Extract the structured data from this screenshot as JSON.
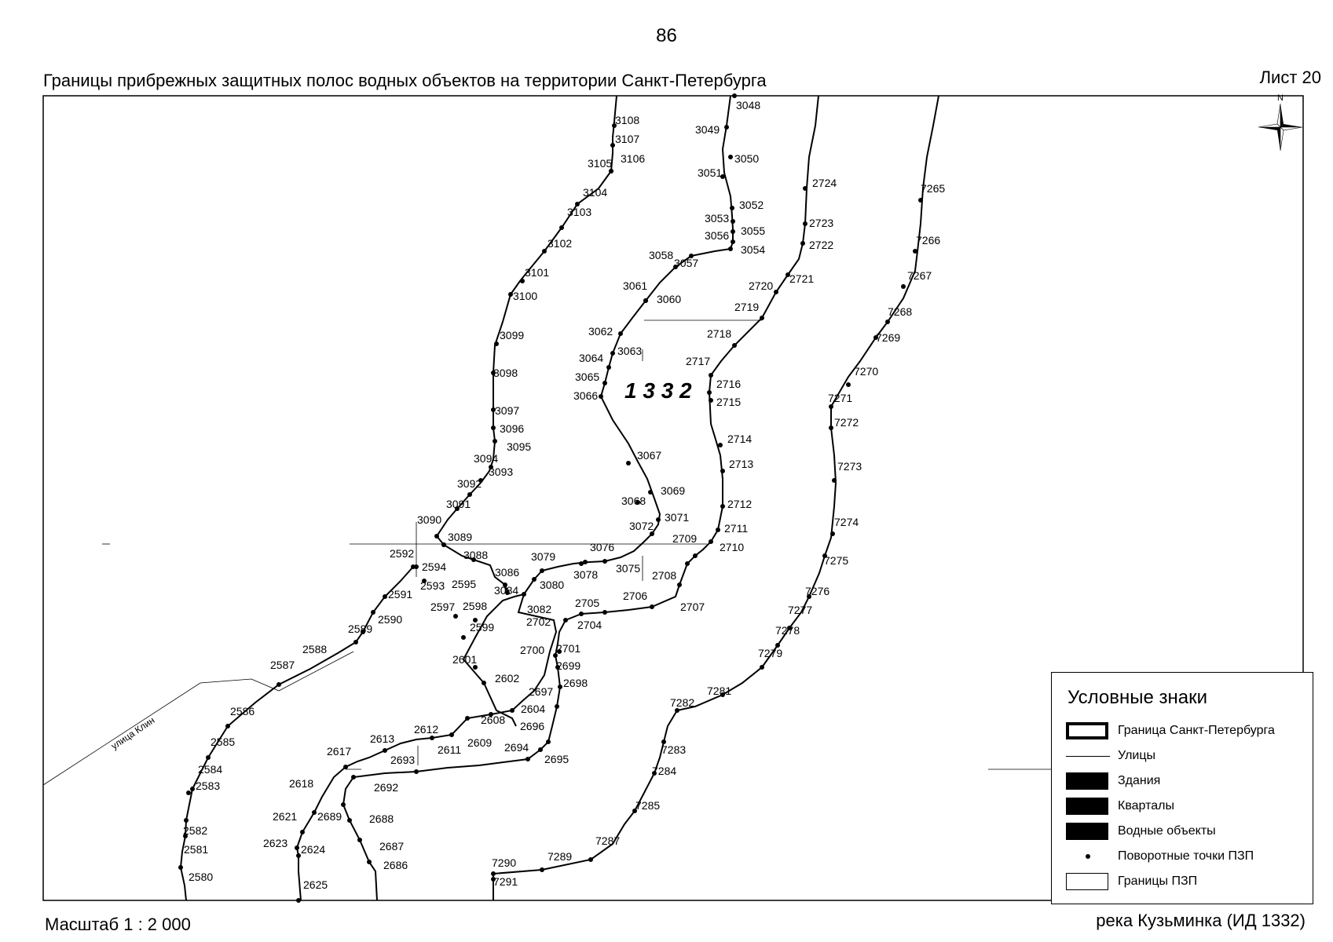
{
  "header": {
    "page_number": "86",
    "title": "Границы прибрежных защитных полос водных объектов на территории Санкт-Петербурга",
    "sheet": "Лист 20"
  },
  "footer": {
    "scale": "Масштаб 1 : 2 000",
    "river": "река Кузьминка (ИД 1332)"
  },
  "map": {
    "object_id_label": "1 3 3 2",
    "street_label": "улица Клин",
    "compass_label": "N",
    "point_labels": [
      "3108",
      "3107",
      "3106",
      "3105",
      "3104",
      "3103",
      "3102",
      "3101",
      "3100",
      "3099",
      "3098",
      "3097",
      "3096",
      "3095",
      "3094",
      "3093",
      "3092",
      "3091",
      "3090",
      "3089",
      "3088",
      "3086",
      "3084",
      "3048",
      "3049",
      "3050",
      "3051",
      "3052",
      "3053",
      "3055",
      "3056",
      "3054",
      "3058",
      "3057",
      "3061",
      "3060",
      "3062",
      "3063",
      "3064",
      "3065",
      "3066",
      "3067",
      "3068",
      "3069",
      "3071",
      "3072",
      "3076",
      "3075",
      "3078",
      "3079",
      "3080",
      "3082",
      "2724",
      "2723",
      "2722",
      "2721",
      "2720",
      "2719",
      "2718",
      "2717",
      "2716",
      "2715",
      "2714",
      "2713",
      "2712",
      "2711",
      "2710",
      "2709",
      "2708",
      "2707",
      "2706",
      "2705",
      "2704",
      "2702",
      "2701",
      "2700",
      "2699",
      "2698",
      "2697",
      "2696",
      "2695",
      "2694",
      "2693",
      "2692",
      "2689",
      "2688",
      "2687",
      "2686",
      "2604",
      "2608",
      "2609",
      "2611",
      "2612",
      "2613",
      "2617",
      "2618",
      "2621",
      "2623",
      "2624",
      "2625",
      "2601",
      "2602",
      "2599",
      "2598",
      "2597",
      "2595",
      "2594",
      "2593",
      "2592",
      "2591",
      "2590",
      "2589",
      "2588",
      "2587",
      "2586",
      "2585",
      "2584",
      "2583",
      "2582",
      "2581",
      "2580",
      "7265",
      "7266",
      "7267",
      "7268",
      "7269",
      "7270",
      "7271",
      "7272",
      "7273",
      "7274",
      "7275",
      "7276",
      "7277",
      "7278",
      "7279",
      "7281",
      "7282",
      "7283",
      "7284",
      "7285",
      "7287",
      "7289",
      "7290",
      "7291"
    ]
  },
  "legend": {
    "title": "Условные знаки",
    "items": [
      {
        "label": "Граница Санкт-Петербурга",
        "symbol": "spb-border"
      },
      {
        "label": "Улицы",
        "symbol": "street-line"
      },
      {
        "label": "Здания",
        "symbol": "fill-black"
      },
      {
        "label": "Кварталы",
        "symbol": "fill-black"
      },
      {
        "label": "Водные объекты",
        "symbol": "fill-black"
      },
      {
        "label": "Поворотные точки ПЗП",
        "symbol": "dot"
      },
      {
        "label": "Границы ПЗП",
        "symbol": "pzp-outline"
      }
    ]
  }
}
